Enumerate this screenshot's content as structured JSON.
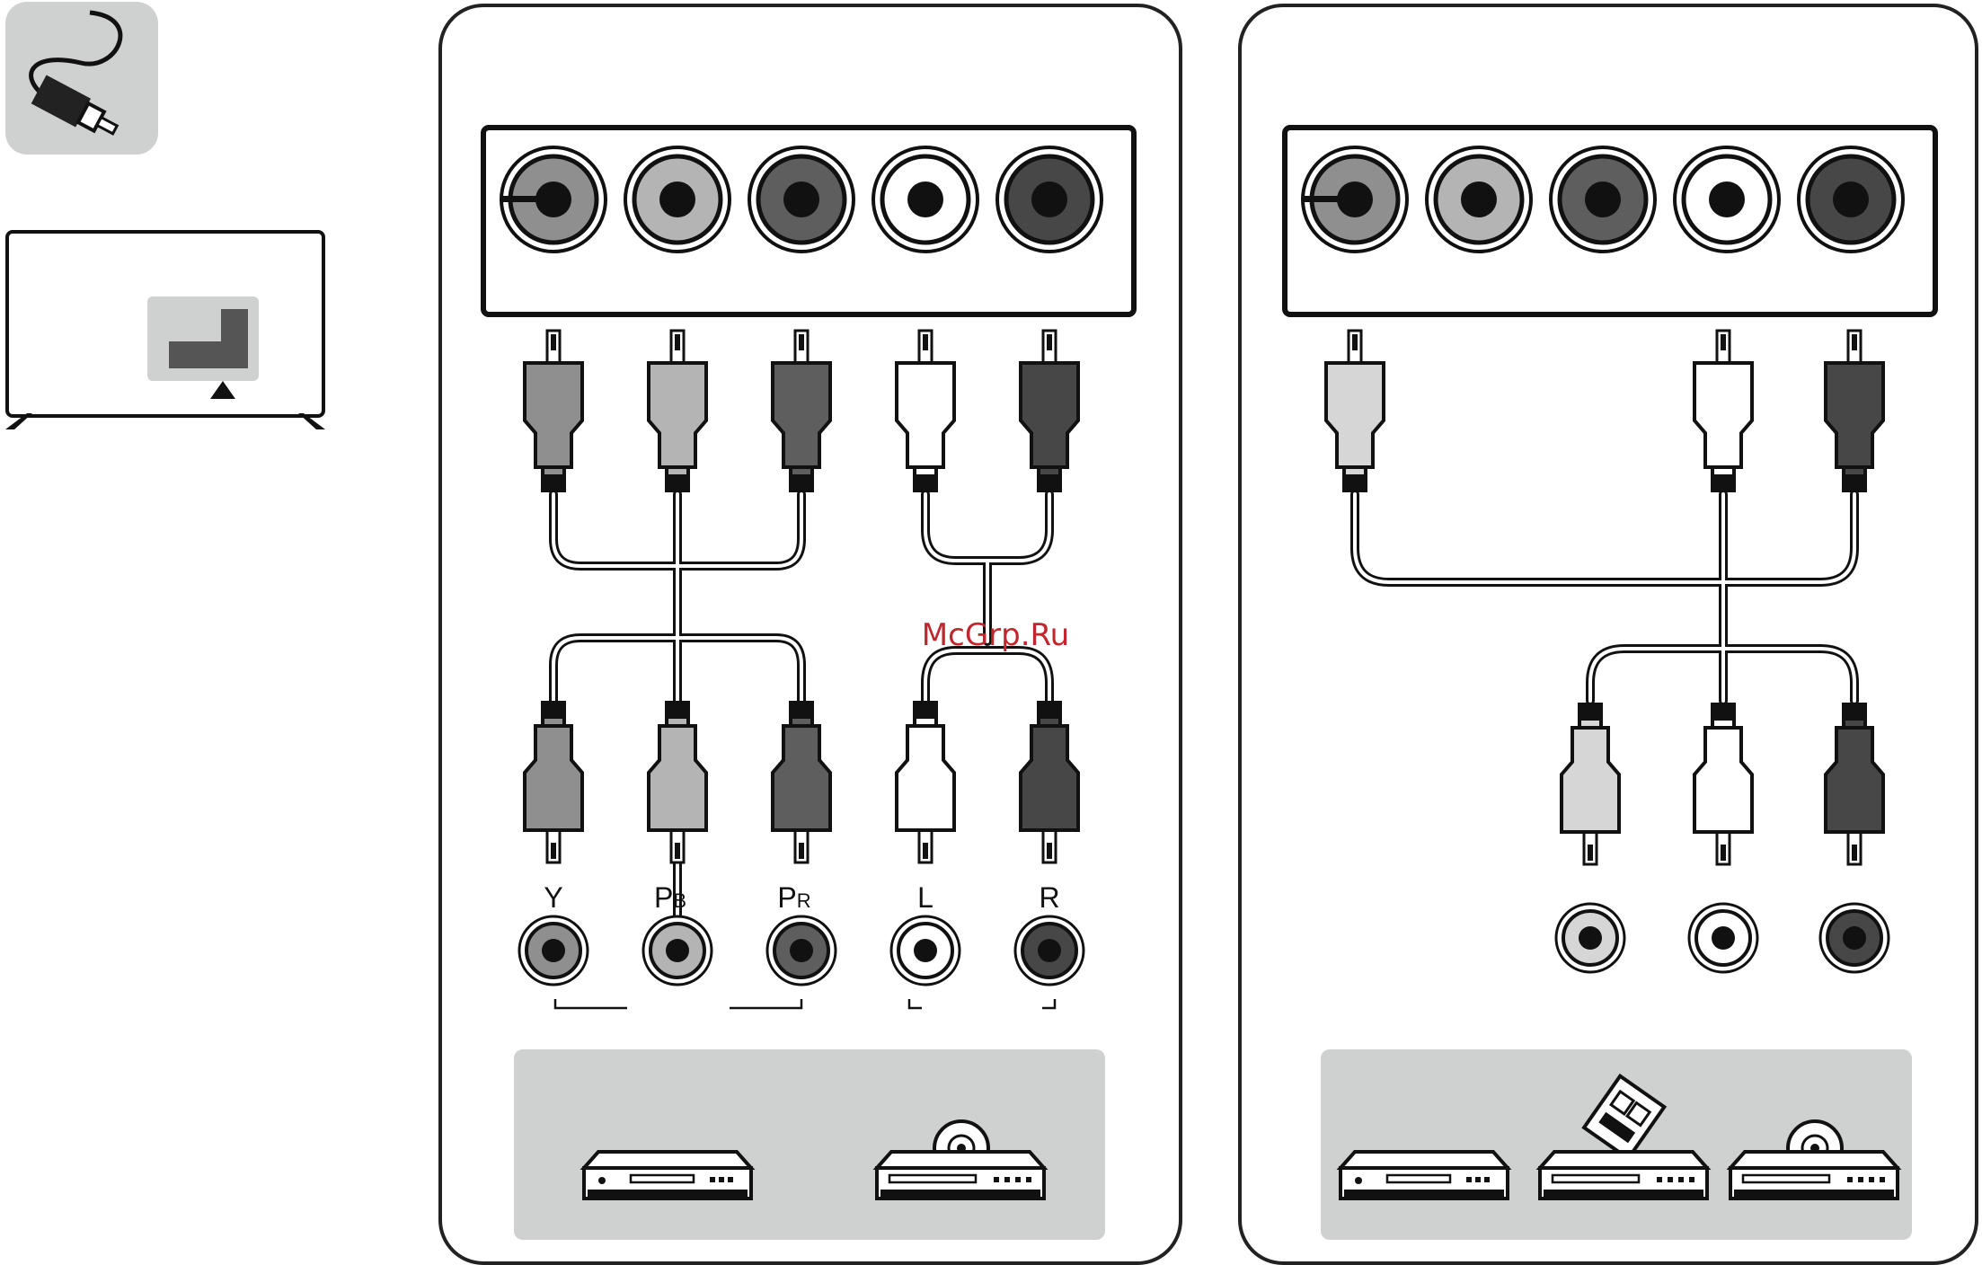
{
  "watermark": "McGrp.Ru",
  "left_panel": {
    "top_jacks": [
      "gray",
      "light-gray",
      "dark-gray",
      "white",
      "darker-gray"
    ],
    "bottom_jacks": [
      {
        "label": "Y",
        "sub": "",
        "color": "gray"
      },
      {
        "label": "P",
        "sub": "B",
        "color": "light-gray"
      },
      {
        "label": "P",
        "sub": "R",
        "color": "dark-gray"
      },
      {
        "label": "L",
        "sub": "",
        "color": "white"
      },
      {
        "label": "R",
        "sub": "",
        "color": "darker-gray"
      }
    ],
    "devices": [
      "dvd-player-icon",
      "disc-player-icon"
    ]
  },
  "right_panel": {
    "top_jacks": [
      "gray",
      "light-gray",
      "dark-gray",
      "white",
      "darker-gray"
    ],
    "bottom_jacks": [
      "light-gray",
      "white",
      "darker-gray"
    ],
    "devices": [
      "dvd-player-icon",
      "vcr-icon",
      "disc-player-icon"
    ]
  },
  "colors": {
    "gray": "#8f8f8f",
    "light-gray": "#b4b4b4",
    "dark-gray": "#5e5e5e",
    "white": "#ffffff",
    "darker-gray": "#474747",
    "pale": "#d6d6d6",
    "panel_gray": "#cfd1d0"
  }
}
